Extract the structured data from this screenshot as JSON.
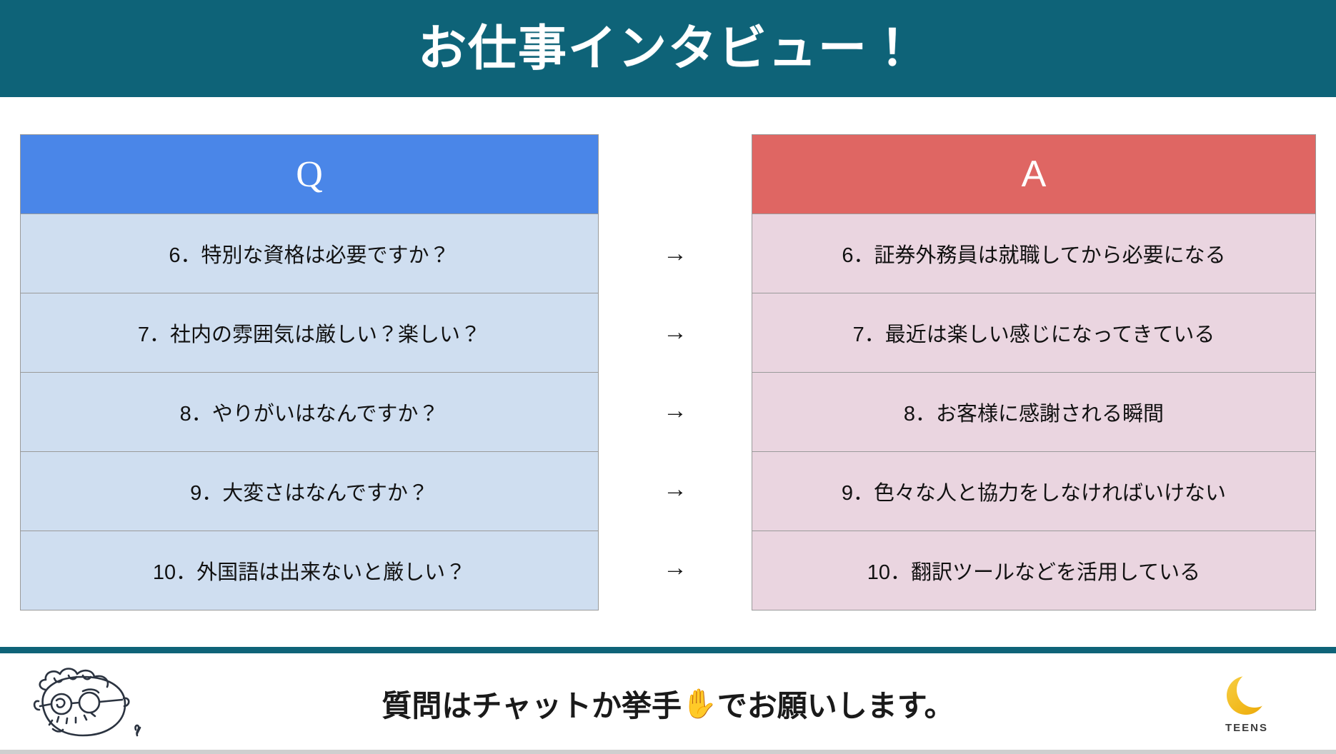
{
  "header": {
    "title": "お仕事インタビュー！",
    "band_color": "#0e6378"
  },
  "qa": {
    "question_column": {
      "header_label": "Q",
      "header_color": "#4a86e8",
      "cell_color": "#cfdef0",
      "items": [
        "6．特別な資格は必要ですか？",
        "7．社内の雰囲気は厳しい？楽しい？",
        "8．やりがいはなんですか？",
        "9．大変さはなんですか？",
        "10．外国語は出来ないと厳しい？"
      ]
    },
    "answer_column": {
      "header_label": "A",
      "header_color": "#df6663",
      "cell_color": "#ead5e0",
      "items": [
        "6．証券外務員は就職してから必要になる",
        "7．最近は楽しい感じになってきている",
        "8．お客様に感謝される瞬間",
        "9．色々な人と協力をしなければいけない",
        "10．翻訳ツールなどを活用している"
      ]
    },
    "arrows": [
      "→",
      "→",
      "→",
      "→",
      "→"
    ]
  },
  "footer": {
    "message_before": "質問はチャットか挙手",
    "hand_icon": "✋",
    "message_after": "でお願いします。",
    "doodle_name": "hand-drawn-face-with-glasses",
    "logo": {
      "word": "TEENS",
      "moon_color": "#f5c518"
    },
    "rule_color": "#0e6378"
  }
}
